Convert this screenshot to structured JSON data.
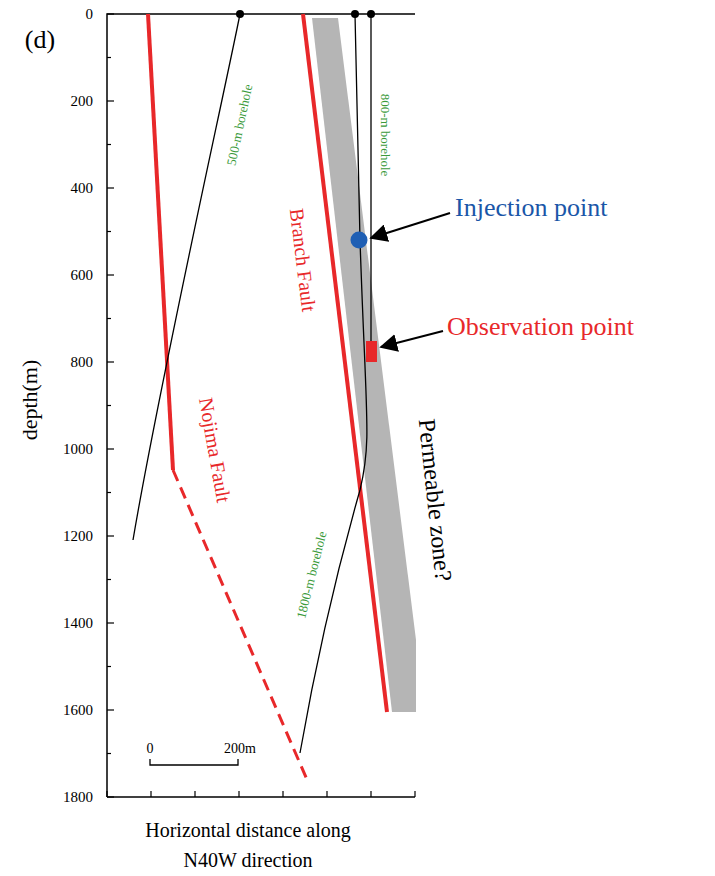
{
  "diagram": {
    "labels": [
      "(d)",
      "0",
      "200",
      "400",
      "600",
      "800",
      "1000",
      "1200",
      "1400",
      "1600",
      "1800",
      "depth(m)",
      "Horizontal distance along N40W direction",
      "0",
      "200m",
      "500-m borehole",
      "Nojima Fault",
      "Branch Fault",
      "800-m borehole",
      "1800-m borehole",
      "Permeable zone?",
      "Injection point",
      "Observation point"
    ]
  }
}
